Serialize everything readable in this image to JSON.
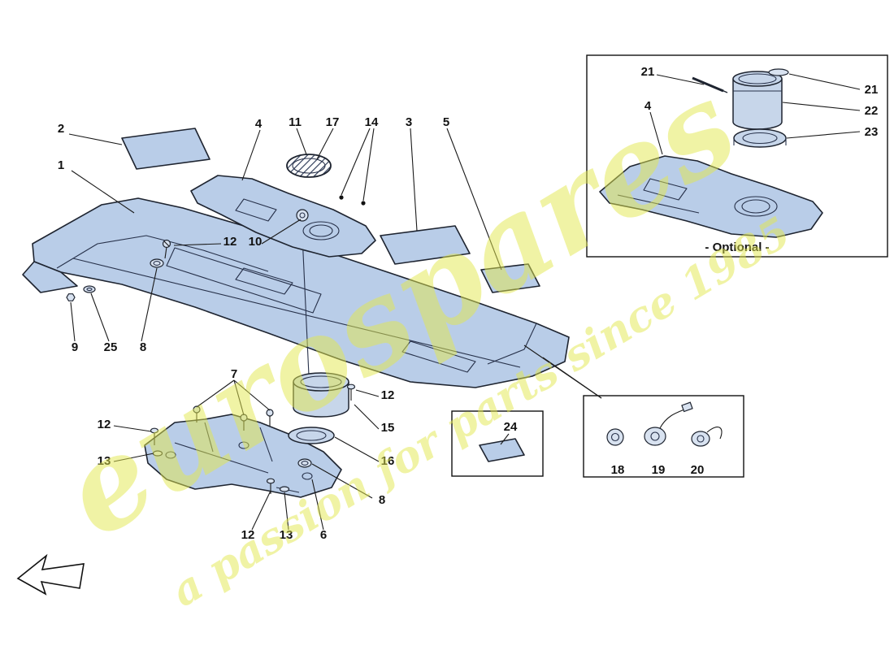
{
  "watermark": {
    "brand": "eurospares",
    "tagline": "a passion for parts since 1985",
    "color": "#e3e84d"
  },
  "palette": {
    "part_fill": "#b9cde8",
    "part_fill_light": "#c7d6ea",
    "outline": "#1e2430",
    "label_color": "#121212"
  },
  "diagram": {
    "optional_label": "- Optional -",
    "callouts": [
      {
        "label": "2"
      },
      {
        "label": "1"
      },
      {
        "label": "4"
      },
      {
        "label": "11"
      },
      {
        "label": "17"
      },
      {
        "label": "14"
      },
      {
        "label": "3"
      },
      {
        "label": "5"
      },
      {
        "label": "12"
      },
      {
        "label": "10"
      },
      {
        "label": "9"
      },
      {
        "label": "25"
      },
      {
        "label": "8"
      },
      {
        "label": "7"
      },
      {
        "label": "12"
      },
      {
        "label": "15"
      },
      {
        "label": "16"
      },
      {
        "label": "12"
      },
      {
        "label": "13"
      },
      {
        "label": "8"
      },
      {
        "label": "12"
      },
      {
        "label": "13"
      },
      {
        "label": "6"
      },
      {
        "label": "24"
      },
      {
        "label": "18"
      },
      {
        "label": "19"
      },
      {
        "label": "20"
      },
      {
        "label": "21"
      },
      {
        "label": "4"
      },
      {
        "label": "21"
      },
      {
        "label": "22"
      },
      {
        "label": "23"
      }
    ]
  }
}
